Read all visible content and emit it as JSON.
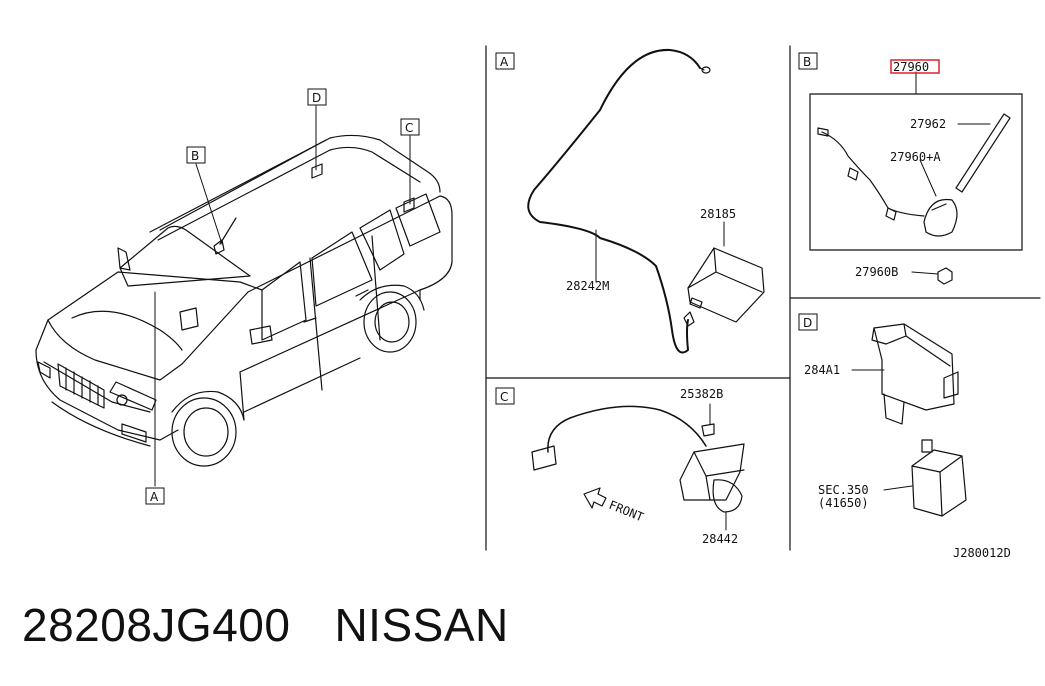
{
  "diagram": {
    "callouts": {
      "A": "A",
      "B": "B",
      "C": "C",
      "D": "D"
    },
    "panel_titles": {
      "A": "A",
      "B": "B",
      "C": "C",
      "D": "D"
    },
    "parts": {
      "p28185": "28185",
      "p28242M": "28242M",
      "p27960": "27960",
      "p27962": "27962",
      "p27960A": "27960+A",
      "p27960B": "27960B",
      "p25382B": "25382B",
      "p28442": "28442",
      "p284A1": "284A1",
      "sec_line1": "SEC.350",
      "sec_line2": "(41650)",
      "front": "FRONT"
    },
    "drawing_code": "J280012D",
    "highlight_color": "#e0202a"
  },
  "footer": {
    "part_number": "28208JG400",
    "brand": "NISSAN"
  }
}
